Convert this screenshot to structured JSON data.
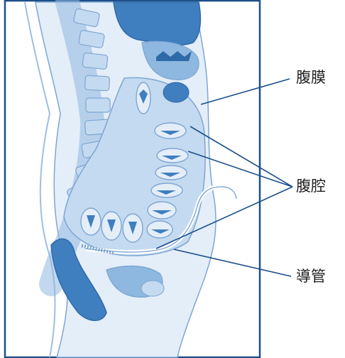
{
  "labels": {
    "peritoneum": "腹膜",
    "peritoneal_cavity": "腹腔",
    "catheter": "導管"
  },
  "colors": {
    "frame": "#1b4f8a",
    "leader_line": "#1b4f8a",
    "organ_dark": "#3f7fc0",
    "organ_mid": "#8fb8e0",
    "organ_light": "#c4daf0",
    "organ_pale": "#e4eef9",
    "outline": "#7ea6d2"
  },
  "icons": [
    "intestine-coil-icon",
    "vertebra-icon"
  ]
}
